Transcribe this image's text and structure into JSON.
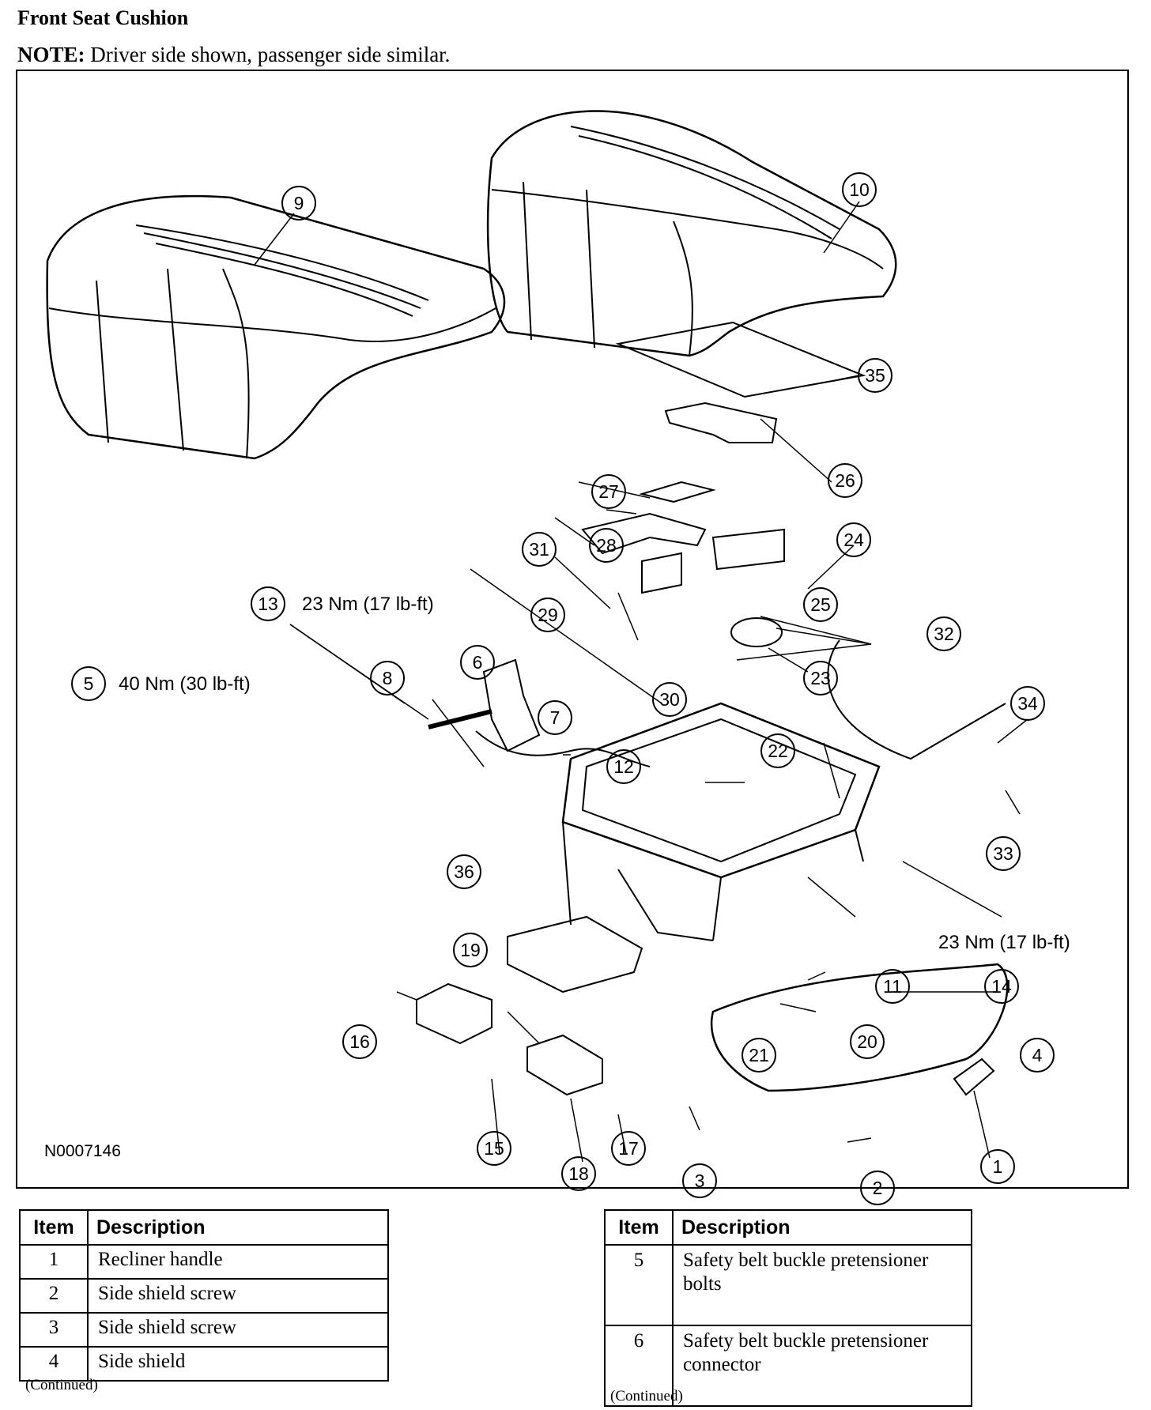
{
  "header": {
    "title": "Front Seat Cushion",
    "note_label": "NOTE:",
    "note_text": " Driver side shown, passenger side similar."
  },
  "figure": {
    "code": "N0007146",
    "callouts": [
      "1",
      "2",
      "3",
      "4",
      "5",
      "6",
      "7",
      "8",
      "9",
      "10",
      "11",
      "12",
      "13",
      "14",
      "15",
      "16",
      "17",
      "18",
      "19",
      "20",
      "21",
      "22",
      "23",
      "24",
      "25",
      "26",
      "27",
      "28",
      "29",
      "30",
      "31",
      "32",
      "33",
      "34",
      "35",
      "36"
    ],
    "torque_13": "23 Nm (17 lb-ft)",
    "torque_5": "40 Nm (30 lb-ft)",
    "torque_14": "23 Nm (17 lb-ft)"
  },
  "tables": {
    "header_item": "Item",
    "header_description": "Description",
    "continued": "(Continued)",
    "left_rows": [
      {
        "item": "1",
        "description": "Recliner handle"
      },
      {
        "item": "2",
        "description": "Side shield screw"
      },
      {
        "item": "3",
        "description": "Side shield screw"
      },
      {
        "item": "4",
        "description": "Side shield"
      }
    ],
    "right_rows": [
      {
        "item": "5",
        "description": "Safety belt buckle pretensioner bolts"
      },
      {
        "item": "6",
        "description": "Safety belt buckle pretensioner connector"
      }
    ]
  }
}
